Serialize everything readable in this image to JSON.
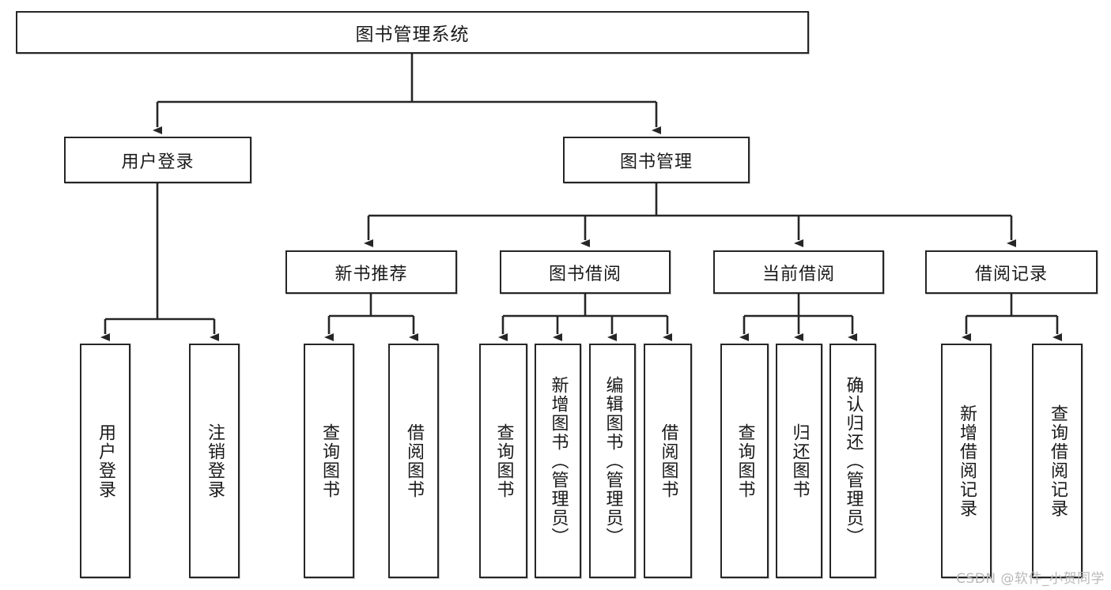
{
  "diagram": {
    "title": "图书管理系统",
    "type": "tree-hierarchy",
    "watermark": "CSDN @软件_小贺同学",
    "root": {
      "id": "root",
      "label": "图书管理系统"
    },
    "level2": [
      {
        "id": "user-login",
        "label": "用户登录"
      },
      {
        "id": "book-manage",
        "label": "图书管理"
      }
    ],
    "level3": [
      {
        "id": "new-book-recommend",
        "label": "新书推荐",
        "parent": "book-manage"
      },
      {
        "id": "book-borrow",
        "label": "图书借阅",
        "parent": "book-manage"
      },
      {
        "id": "current-borrow",
        "label": "当前借阅",
        "parent": "book-manage"
      },
      {
        "id": "borrow-record",
        "label": "借阅记录",
        "parent": "book-manage"
      }
    ],
    "leaves": [
      {
        "id": "leaf-user-login",
        "label": "用户登录",
        "parent": "user-login"
      },
      {
        "id": "leaf-logout-login",
        "label": "注销登录",
        "parent": "user-login"
      },
      {
        "id": "leaf-query-book-1",
        "label": "查询图书",
        "parent": "new-book-recommend"
      },
      {
        "id": "leaf-borrow-book-1",
        "label": "借阅图书",
        "parent": "new-book-recommend"
      },
      {
        "id": "leaf-query-book-2",
        "label": "查询图书",
        "parent": "book-borrow"
      },
      {
        "id": "leaf-add-book",
        "label": "新增图书（管理员）",
        "parent": "book-borrow"
      },
      {
        "id": "leaf-edit-book",
        "label": "编辑图书（管理员）",
        "parent": "book-borrow"
      },
      {
        "id": "leaf-borrow-book-2",
        "label": "借阅图书",
        "parent": "book-borrow"
      },
      {
        "id": "leaf-query-book-3",
        "label": "查询图书",
        "parent": "current-borrow"
      },
      {
        "id": "leaf-return-book",
        "label": "归还图书",
        "parent": "current-borrow"
      },
      {
        "id": "leaf-confirm-return",
        "label": "确认归还（管理员）",
        "parent": "current-borrow"
      },
      {
        "id": "leaf-add-record",
        "label": "新增借阅记录",
        "parent": "borrow-record"
      },
      {
        "id": "leaf-query-record",
        "label": "查询借阅记录",
        "parent": "borrow-record"
      }
    ],
    "colors": {
      "box_border": "#262626",
      "box_fill": "#ffffff",
      "connector": "#262626",
      "text": "#1a1a1a",
      "watermark": "#b9b9b9",
      "background": "#ffffff"
    }
  }
}
